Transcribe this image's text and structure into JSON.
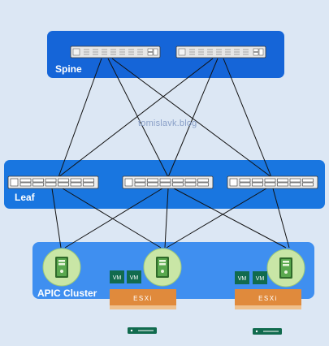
{
  "labels": {
    "spine": "Spine",
    "leaf": "Leaf",
    "apic_cluster": "APIC Cluster"
  },
  "watermark": "tomislavk.blog",
  "vm_label": "VM",
  "esxi_label": "ESXi",
  "colors": {
    "background": "#dce7f4",
    "spine_panel": "#1565d8",
    "leaf_panel": "#1976e0",
    "apic_panel": "#3f8ff0",
    "esxi_bar": "#e08a3c",
    "vm_badge": "#116b4e",
    "server_circle": "#c9e6a6",
    "server_body": "#5aa84e",
    "switch_body": "#e6e6e6"
  }
}
